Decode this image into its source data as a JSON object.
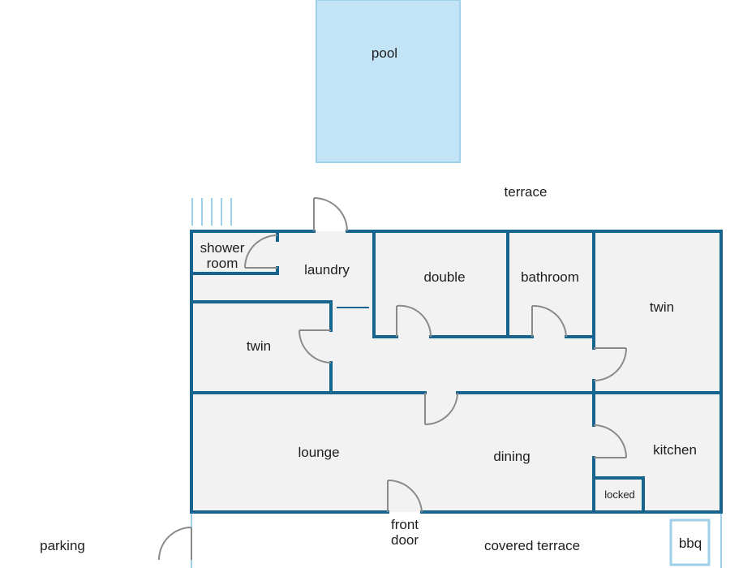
{
  "colors": {
    "wall": "#17658f",
    "floor": "#f2f2f2",
    "pool_fill": "#c3e3f6",
    "pool_border": "#9fd0ea",
    "door": "#8a8a8a",
    "text": "#1e1e1e"
  },
  "labels": {
    "pool": "pool",
    "terrace": "terrace",
    "shower_line1": "shower",
    "shower_line2": "room",
    "laundry": "laundry",
    "double": "double",
    "bathroom": "bathroom",
    "twin_right": "twin",
    "twin_left": "twin",
    "lounge": "lounge",
    "dining": "dining",
    "kitchen": "kitchen",
    "locked": "locked",
    "front_door_line1": "front",
    "front_door_line2": "door",
    "covered_terrace": "covered terrace",
    "parking": "parking",
    "bbq": "bbq"
  }
}
